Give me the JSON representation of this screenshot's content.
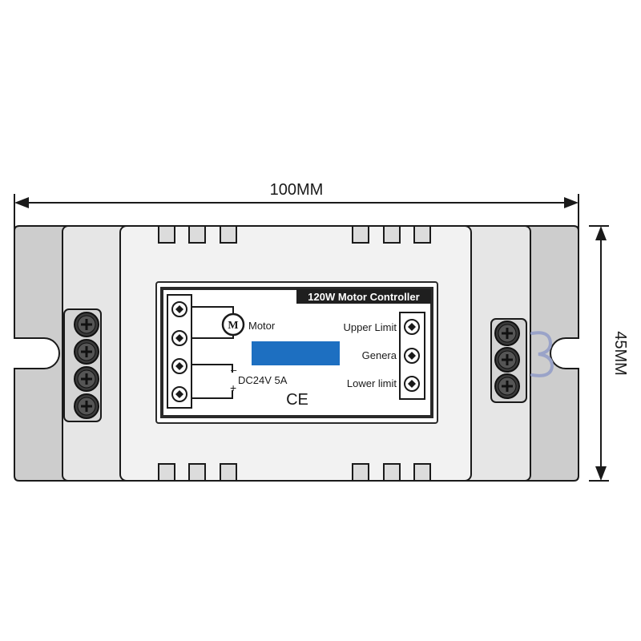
{
  "dimensions": {
    "width_label": "100MM",
    "height_label": "45MM"
  },
  "label_panel": {
    "title": "120W Motor Controller",
    "motor_symbol": "M",
    "motor_label": "Motor",
    "supply_minus": "–",
    "supply_plus": "+",
    "supply_label": "DC24V 5A",
    "ce_mark": "CE",
    "upper_limit_label": "Upper Limit",
    "genera_label": "Genera",
    "lower_limit_label": "Lower limit"
  },
  "colors": {
    "outline": "#1a1a1a",
    "flange": "#cdcdcd",
    "side_block": "#e6e6e6",
    "housing": "#f2f2f2",
    "panel_border": "#2a2a2a",
    "title_bar": "#1f1f1f",
    "title_text": "#ffffff",
    "indicator": "#1d6fc1",
    "screw_fill": "#3a3a3a",
    "terminal_block": "#ffffff",
    "overlay_glyph": "#9aa3c8"
  },
  "icons": {
    "left_screws": "screw-icon",
    "right_screws": "screw-icon",
    "terminals": "terminal-screw-icon",
    "motor": "motor-icon",
    "ce": "ce-mark-icon"
  }
}
